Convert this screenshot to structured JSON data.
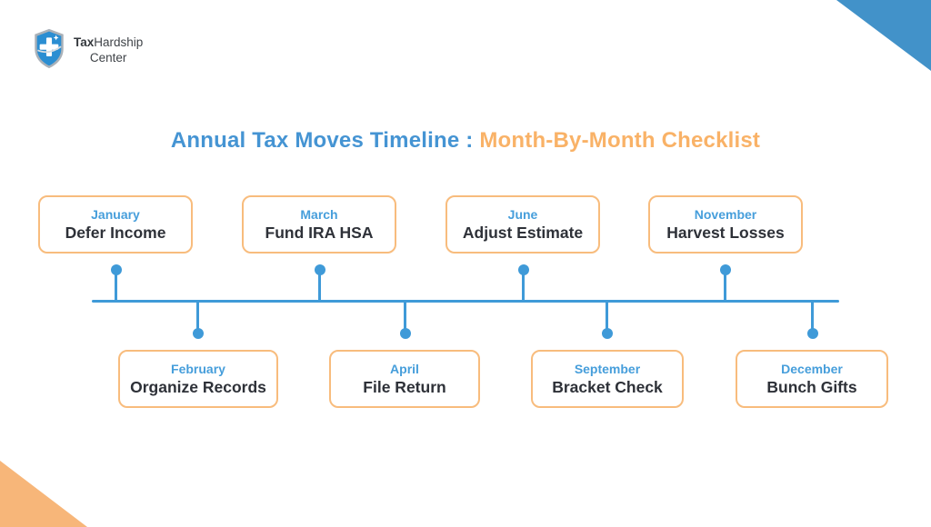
{
  "logo": {
    "brand_primary": "Tax",
    "brand_secondary": "Hardship",
    "brand_line2": "Center"
  },
  "title": {
    "main": "Annual Tax Moves Timeline :",
    "accent": "Month-By-Month Checklist"
  },
  "timeline": {
    "items": [
      {
        "month": "January",
        "task": "Defer Income",
        "row": "top"
      },
      {
        "month": "February",
        "task": "Organize Records",
        "row": "bottom"
      },
      {
        "month": "March",
        "task": "Fund IRA HSA",
        "row": "top"
      },
      {
        "month": "April",
        "task": "File Return",
        "row": "bottom"
      },
      {
        "month": "June",
        "task": "Adjust Estimate",
        "row": "top"
      },
      {
        "month": "September",
        "task": "Bracket Check",
        "row": "bottom"
      },
      {
        "month": "November",
        "task": "Harvest Losses",
        "row": "top"
      },
      {
        "month": "December",
        "task": "Bunch Gifts",
        "row": "bottom"
      }
    ]
  },
  "colors": {
    "title-blue": "#4594d3",
    "title-orange": "#f9b267",
    "line-blue": "#3f9ad8",
    "month-blue": "#469edb",
    "card-border": "#f8bc7d",
    "task-dark": "#2e3138",
    "corner-blue": "#4292c9",
    "corner-orange": "#f7b679"
  }
}
